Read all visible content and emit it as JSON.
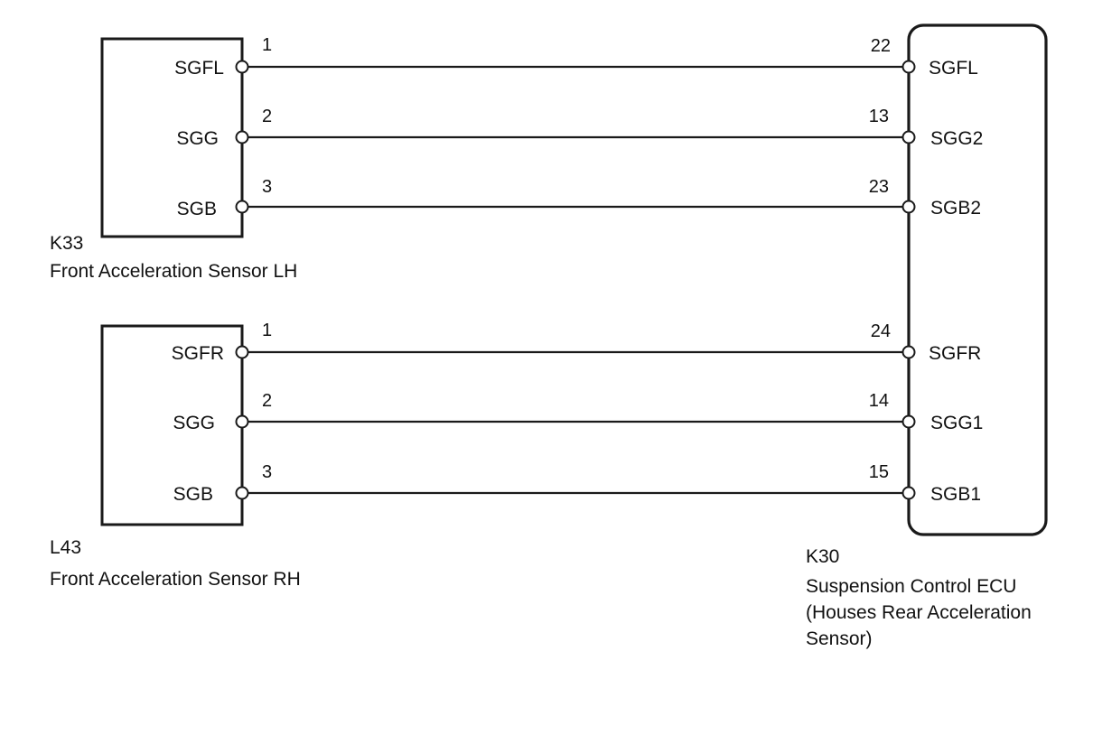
{
  "sensor_lh": {
    "id": "K33",
    "name": "Front Acceleration Sensor LH",
    "pins": [
      {
        "pin": "1",
        "signal": "SGFL"
      },
      {
        "pin": "2",
        "signal": "SGG"
      },
      {
        "pin": "3",
        "signal": "SGB"
      }
    ]
  },
  "sensor_rh": {
    "id": "L43",
    "name": "Front Acceleration Sensor RH",
    "pins": [
      {
        "pin": "1",
        "signal": "SGFR"
      },
      {
        "pin": "2",
        "signal": "SGG"
      },
      {
        "pin": "3",
        "signal": "SGB"
      }
    ]
  },
  "ecu": {
    "id": "K30",
    "name_lines": [
      "Suspension Control ECU",
      "(Houses Rear Acceleration",
      "Sensor)"
    ],
    "pins": [
      {
        "pin": "22",
        "signal": "SGFL"
      },
      {
        "pin": "13",
        "signal": "SGG2"
      },
      {
        "pin": "23",
        "signal": "SGB2"
      },
      {
        "pin": "24",
        "signal": "SGFR"
      },
      {
        "pin": "14",
        "signal": "SGG1"
      },
      {
        "pin": "15",
        "signal": "SGB1"
      }
    ]
  }
}
